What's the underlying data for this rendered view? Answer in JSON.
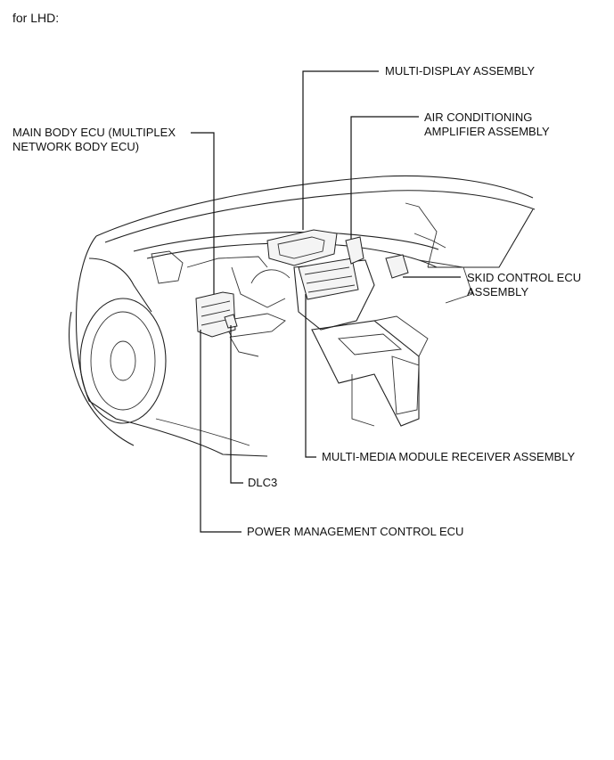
{
  "heading": "for LHD:",
  "labels": {
    "multi_display": "MULTI-DISPLAY ASSEMBLY",
    "air_con_line1": "AIR CONDITIONING",
    "air_con_line2": "AMPLIFIER ASSEMBLY",
    "main_body_line1": "MAIN BODY ECU (MULTIPLEX",
    "main_body_line2": "NETWORK BODY ECU)",
    "skid_line1": "SKID CONTROL ECU",
    "skid_line2": "ASSEMBLY",
    "multimedia": "MULTI-MEDIA MODULE RECEIVER ASSEMBLY",
    "dlc3": "DLC3",
    "power_mgmt": "POWER MANAGEMENT CONTROL ECU"
  }
}
